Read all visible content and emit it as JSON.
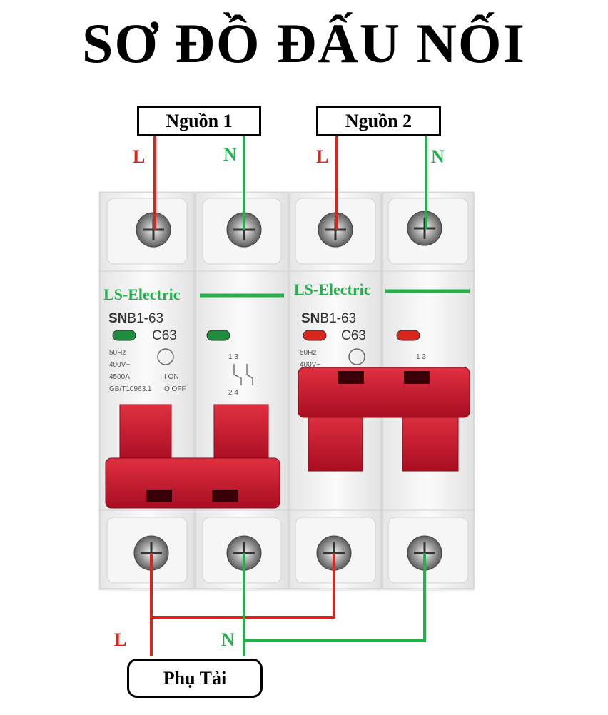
{
  "title": "SƠ ĐỒ ĐẤU NỐI",
  "source1": "Nguồn 1",
  "source2": "Nguồn 2",
  "load": "Phụ Tải",
  "wire_labels": {
    "line": "L",
    "neutral": "N"
  },
  "breaker_left": {
    "brand": "LS-Electric",
    "model_prefix": "SN",
    "model": "B1-63",
    "rating": "C63",
    "freq": "50Hz",
    "voltage": "400V~",
    "capacity": "4500A",
    "standard": "GB/T10963.1",
    "on": "I ON",
    "off": "O OFF",
    "terminals_top": "1 3",
    "terminals_bottom": "2 4",
    "indicator_color": "#1e8e3e"
  },
  "breaker_right": {
    "brand": "LS-Electric",
    "model_prefix": "SN",
    "model": "B1-63",
    "rating": "C63",
    "freq": "50Hz",
    "voltage": "400V~",
    "terminals_top": "1 3",
    "indicator_color": "#d9261c"
  },
  "colors": {
    "line_wire": "#d9261c",
    "neutral_wire": "#22b14c",
    "handle": "#c8102e",
    "body": "#f2f2f2"
  }
}
